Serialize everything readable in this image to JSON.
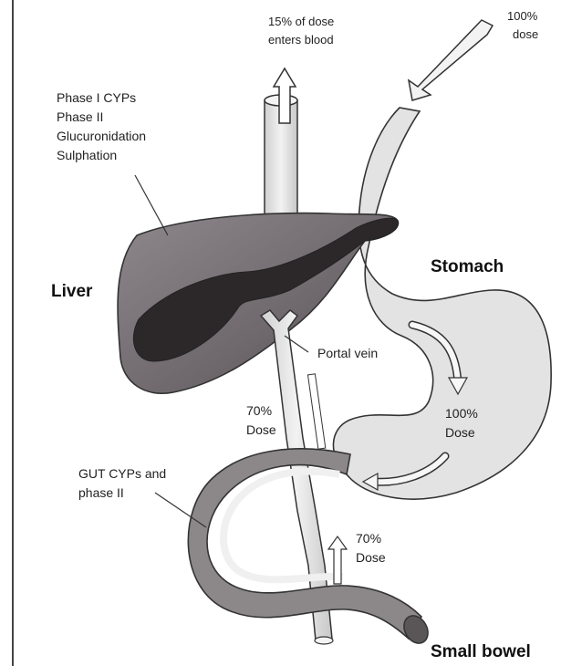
{
  "labels": {
    "enters_blood_1": "15% of dose",
    "enters_blood_2": "enters blood",
    "dose_in_1": "100%",
    "dose_in_2": "dose",
    "enzymes_1": "Phase I CYPs",
    "enzymes_2": "Phase II",
    "enzymes_3": "Glucuronidation",
    "enzymes_4": "Sulphation",
    "liver": "Liver",
    "stomach": "Stomach",
    "portal_vein": "Portal vein",
    "portal_dose_1": "70%",
    "portal_dose_2": "Dose",
    "stomach_dose_1": "100%",
    "stomach_dose_2": "Dose",
    "gut_1": "GUT CYPs and",
    "gut_2": "phase II",
    "bowel_dose_1": "70%",
    "bowel_dose_2": "Dose",
    "small_bowel": "Small bowel"
  },
  "colors": {
    "liver_fill": "#7a7478",
    "liver_dark": "#2a2628",
    "tube_fill": "#e6e6e6",
    "stomach_fill": "#e2e2e2",
    "bowel_fill": "#8a8688",
    "outline": "#333333"
  }
}
